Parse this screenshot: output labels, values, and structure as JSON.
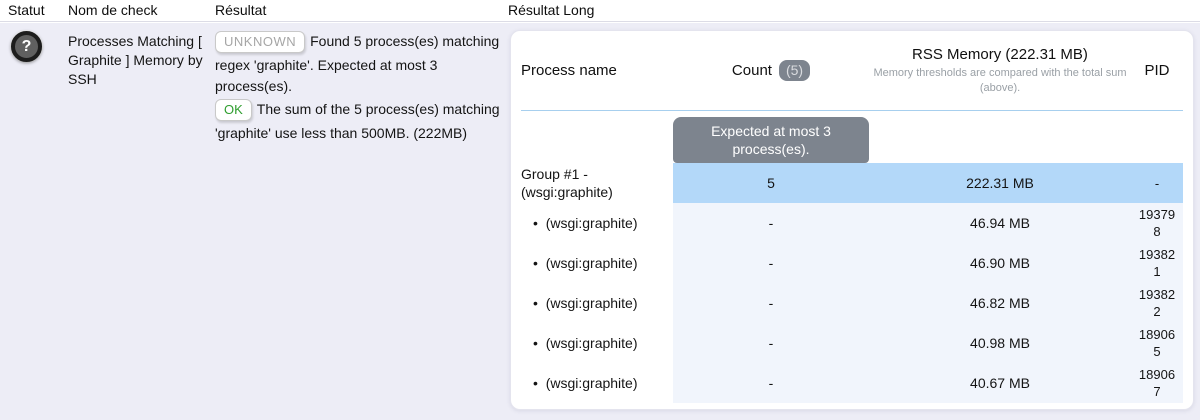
{
  "page_header": {
    "statut": "Statut",
    "nom_de_check": "Nom de check",
    "resultat": "Résultat",
    "resultat_long": "Résultat Long"
  },
  "check": {
    "status_glyph": "?",
    "status_meaning": "unknown",
    "name": "Processes Matching [ Graphite ] Memory by SSH",
    "result": {
      "badge_unknown": "UNKNOWN",
      "text_unknown": "Found 5 process(es) matching regex 'graphite'. Expected at most 3 process(es).",
      "badge_ok": "OK",
      "text_ok": "The sum of the 5 process(es) matching 'graphite' use less than 500MB. (222MB)"
    }
  },
  "table": {
    "headers": {
      "process": "Process name",
      "count": "Count",
      "count_badge": "(5)",
      "rss_title": "RSS Memory (222.31 MB)",
      "rss_subtitle": "Memory thresholds are compared with the total sum (above).",
      "pid": "PID"
    },
    "tooltip": "Expected at most 3 process(es).",
    "group_row": {
      "name": "Group #1 - (wsgi:graphite)",
      "count": "5",
      "rss": "222.31 MB",
      "pid": "-"
    },
    "rows": [
      {
        "name": "(wsgi:graphite)",
        "count": "-",
        "rss": "46.94 MB",
        "pid": "193798"
      },
      {
        "name": "(wsgi:graphite)",
        "count": "-",
        "rss": "46.90 MB",
        "pid": "193821"
      },
      {
        "name": "(wsgi:graphite)",
        "count": "-",
        "rss": "46.82 MB",
        "pid": "193822"
      },
      {
        "name": "(wsgi:graphite)",
        "count": "-",
        "rss": "40.98 MB",
        "pid": "189065"
      },
      {
        "name": "(wsgi:graphite)",
        "count": "-",
        "rss": "40.67 MB",
        "pid": "189067"
      }
    ]
  },
  "colors": {
    "body_bg": "#ededf6",
    "highlight_row": "#b3d8f9",
    "row_bg": "#f1f5fc",
    "grey_badge": "#7d848e",
    "divider": "#a7cfee",
    "ok_green": "#2f9e2f",
    "unknown_grey": "#a6a6a6"
  }
}
